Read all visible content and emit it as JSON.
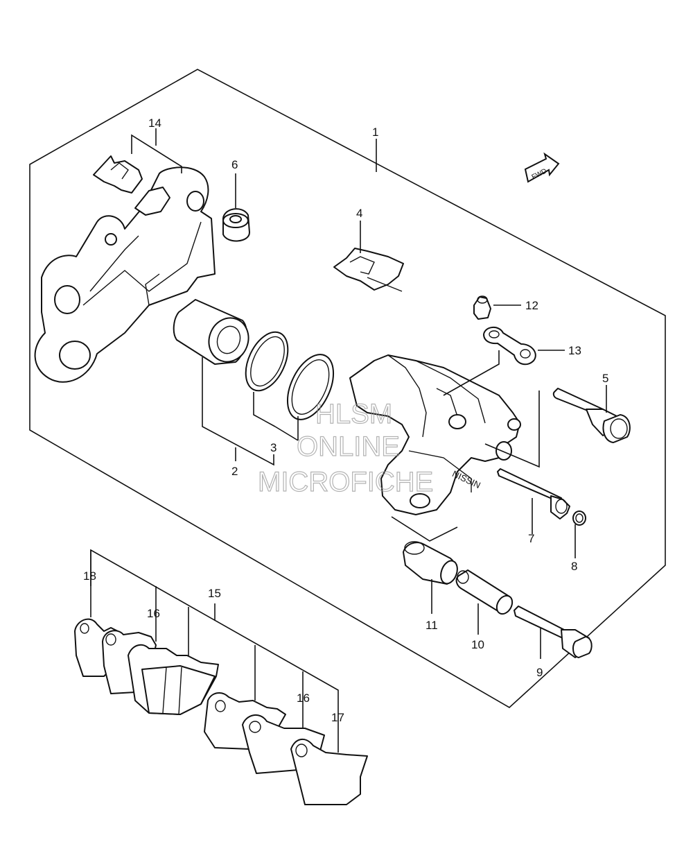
{
  "watermark": {
    "line1": "HLSM",
    "line2": "ONLINE",
    "line3": "MICROFICHE"
  },
  "fwd_arrow": {
    "label": "FWD",
    "icon": "forward-arrow-icon"
  },
  "callouts": {
    "c1": "1",
    "c2": "2",
    "c3": "3",
    "c4": "4",
    "c5": "5",
    "c6": "6",
    "c7": "7",
    "c8": "8",
    "c9": "9",
    "c10": "10",
    "c11": "11",
    "c12": "12",
    "c13": "13",
    "c14": "14",
    "c15": "15",
    "c16a": "16",
    "c16b": "16",
    "c17": "17",
    "c18": "18"
  },
  "caliper_marking": "NISSIN"
}
